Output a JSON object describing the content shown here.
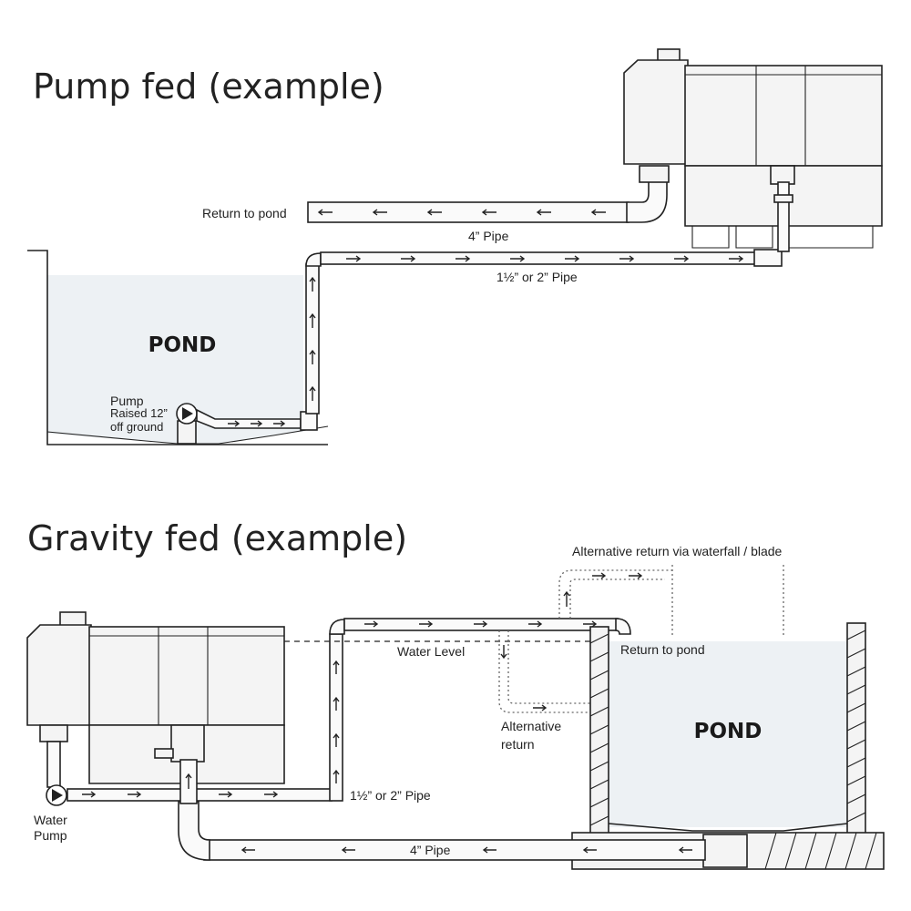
{
  "pump_fed": {
    "title": "Pump fed (example)",
    "return_label": "Return to pond",
    "pipe_4_label": "4” Pipe",
    "pipe_small_label": "1½” or 2” Pipe",
    "pond_label": "POND",
    "pump_label_1": "Pump",
    "pump_label_2": "Raised 12”",
    "pump_label_3": "off ground"
  },
  "gravity_fed": {
    "title": "Gravity fed (example)",
    "alt_return_waterfall": "Alternative return via waterfall / blade",
    "water_level_label": "Water Level",
    "return_label": "Return to pond",
    "alt_return_1": "Alternative",
    "alt_return_2": "return",
    "pond_label": "POND",
    "pipe_small_label": "1½” or 2” Pipe",
    "pipe_4_label": "4” Pipe",
    "pump_label_1": "Water",
    "pump_label_2": "Pump"
  },
  "colors": {
    "line": "#222222",
    "water": "#edf1f4",
    "unit_fill": "#f4f4f4"
  }
}
